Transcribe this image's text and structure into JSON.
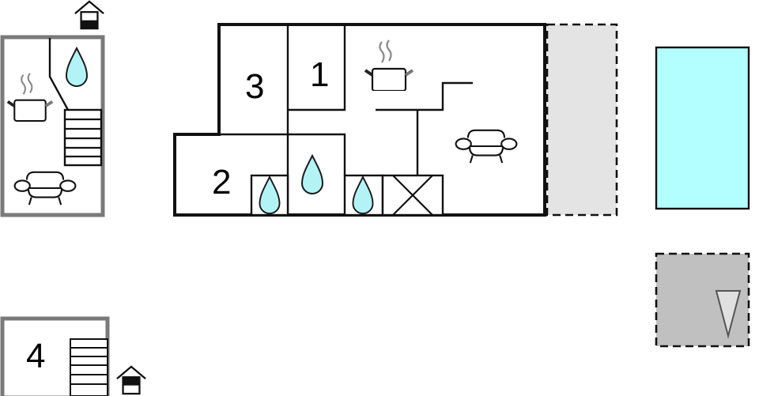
{
  "floorplan": {
    "rooms": [
      {
        "id": "1",
        "label": "1"
      },
      {
        "id": "2",
        "label": "2"
      },
      {
        "id": "3",
        "label": "3"
      },
      {
        "id": "4",
        "label": "4"
      }
    ],
    "icons": {
      "entrance": "house-entrance-icon",
      "water": "water-drop-icon",
      "kitchen": "cooking-pot-icon",
      "living": "sofa-icon",
      "stairs": "stairs-icon",
      "shaft": "crossed-box-icon",
      "pool": "pool-icon",
      "terrace": "terrace-dashed-area",
      "parking": "parking-area-icon"
    },
    "colors": {
      "wall_main": "#000000",
      "wall_secondary": "#7a7a7a",
      "water": "#b3f3f6",
      "pool": "#b3ffff",
      "terrace": "#e4e4e4",
      "parking": "#c0c0c0",
      "triangle": "#e0e0e0"
    }
  }
}
